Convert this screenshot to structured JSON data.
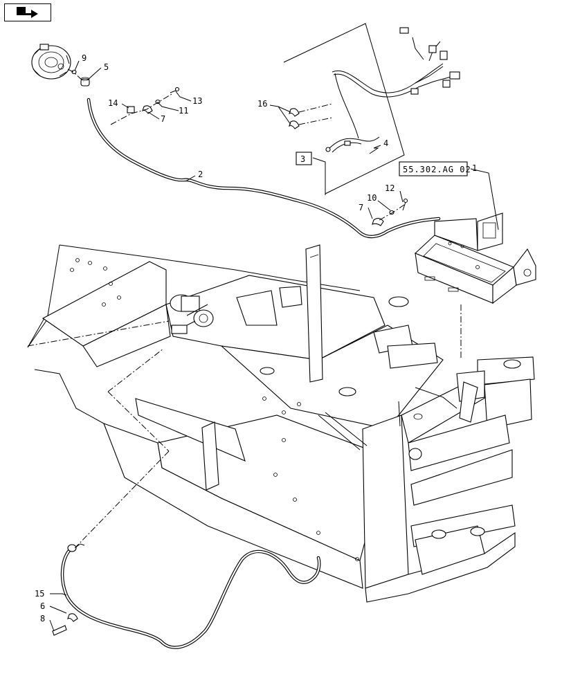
{
  "nav": {
    "icon": "page-arrow-icon"
  },
  "reference_box": {
    "text": "55.302.AG 02"
  },
  "group_box": {
    "text": "3"
  },
  "callouts": {
    "c1": "1",
    "c2": "2",
    "c4": "4",
    "c5": "5",
    "c6": "6",
    "c7a": "7",
    "c7b": "7",
    "c8": "8",
    "c9": "9",
    "c10": "10",
    "c11": "11",
    "c12": "12",
    "c13": "13",
    "c14": "14",
    "c15": "15",
    "c16": "16"
  }
}
